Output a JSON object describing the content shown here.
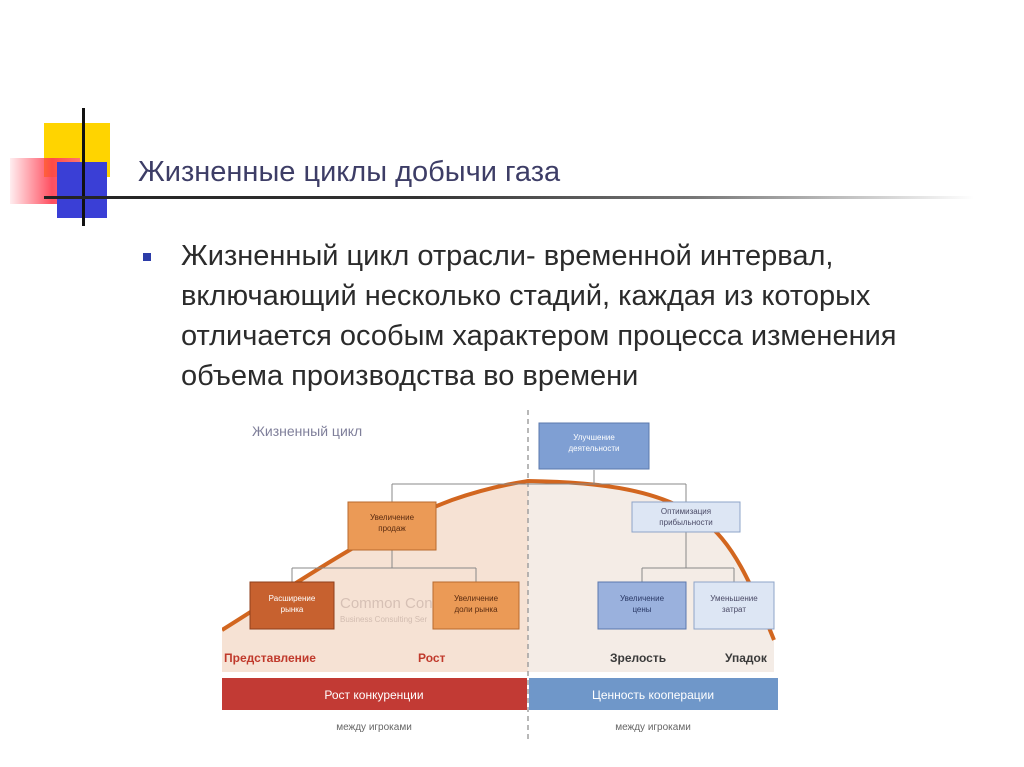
{
  "slide": {
    "title": "Жизненные циклы добычи газа",
    "bullet": "Жизненный цикл отрасли- временной интервал, включающий несколько стадий, каждая из которых отличается особым характером процесса изменения объема производства во времени"
  },
  "diagram": {
    "heading": "Жизненный цикл",
    "watermark": "Common Consul",
    "watermark_sub": "Business Consulting Ser",
    "boxes": {
      "top": "Улучшение деятельности",
      "left_mid": "Увеличение продаж",
      "right_mid": "Оптимизация прибыльности",
      "left_low_1": "Расширение рынка",
      "left_low_2": "Увеличение доли рынка",
      "right_low_1": "Увеличение цены",
      "right_low_2": "Уменьшение затрат"
    },
    "stages": [
      "Представление",
      "Рост",
      "Зрелость",
      "Упадок"
    ],
    "bars": {
      "left": "Рост конкуренции",
      "right": "Ценность кооперации"
    },
    "between": [
      "между игроками",
      "между игроками"
    ]
  },
  "colors": {
    "title": "#3d3d66",
    "orange": "#e07a2c",
    "brown": "#c05a28",
    "blue_box": "#8fa8d6",
    "red_bar": "#c23a34",
    "blue_bar": "#6f97c9"
  }
}
